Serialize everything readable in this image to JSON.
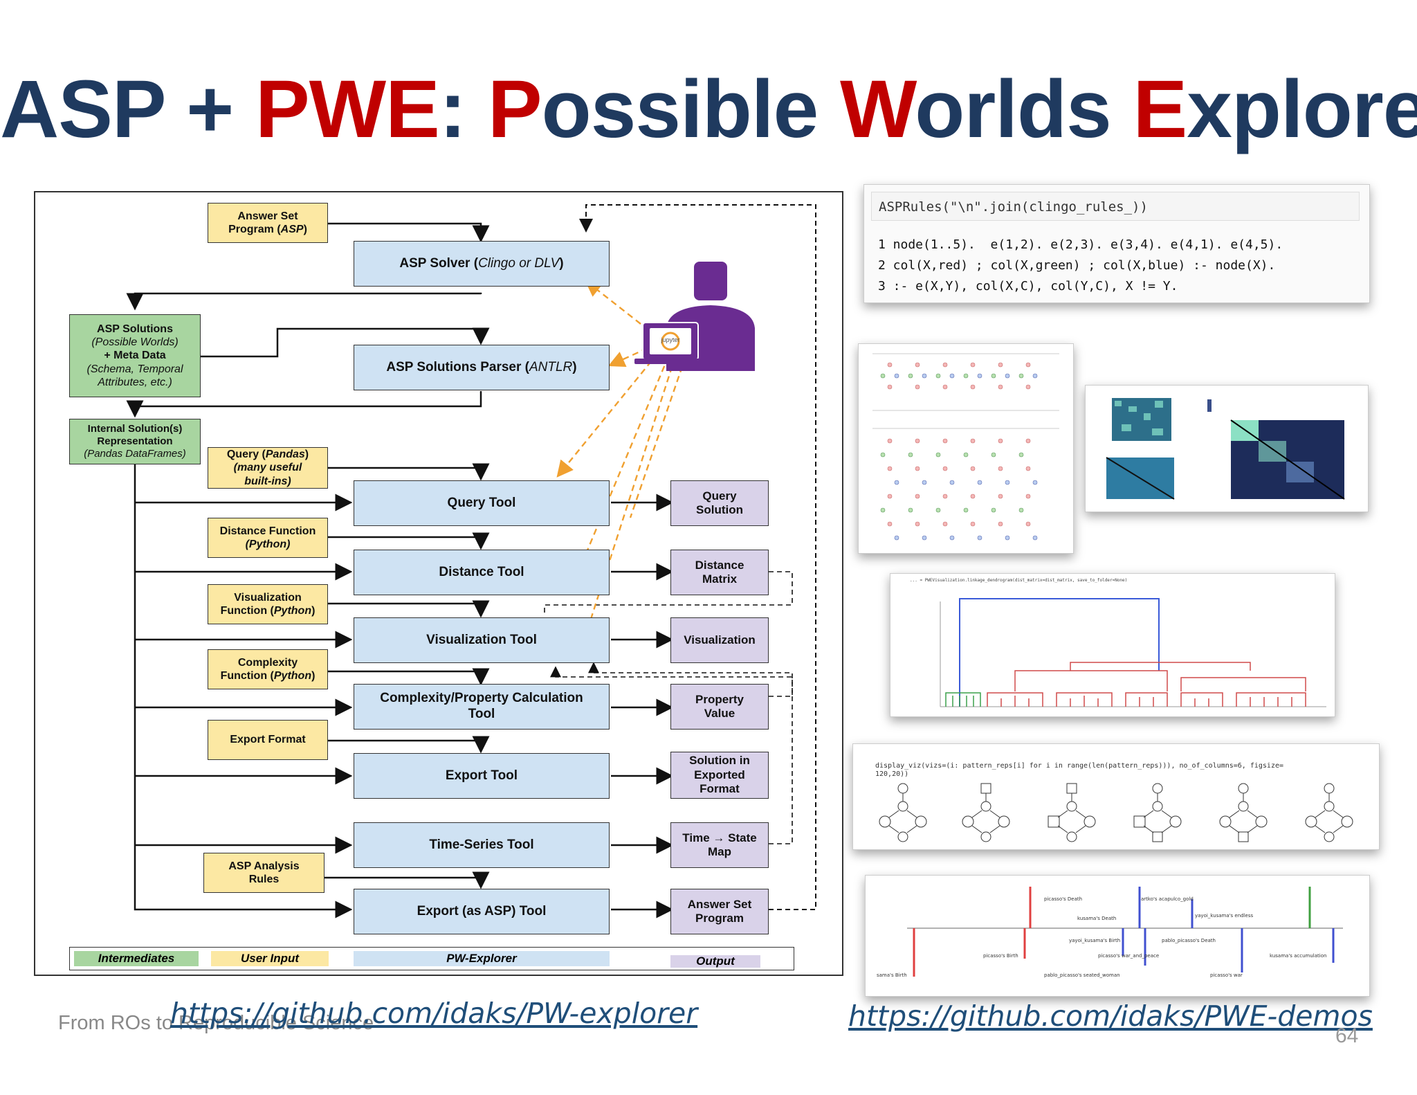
{
  "slide": {
    "title_parts": [
      "ASP + ",
      "P",
      "W",
      "E",
      ": ",
      "P",
      "ossible ",
      "W",
      "orlds ",
      "E",
      "xplorer"
    ],
    "footer": "From ROs to Reproducible Science",
    "page_number": "64",
    "link_left": "https://github.com/idaks/PW-explorer",
    "link_right": "https://github.com/idaks/PWE-demos",
    "colors": {
      "title_blue": "#1f3a5f",
      "title_red": "#c00000"
    }
  },
  "diagram": {
    "inputs": {
      "asp": [
        "Answer Set",
        "Program (",
        "ASP",
        ")"
      ],
      "query": [
        "Query (",
        "Pandas",
        ")",
        "(many useful",
        "built-ins)"
      ],
      "distance": [
        "Distance Function",
        "(Python)"
      ],
      "visualization": [
        "Visualization",
        "Function (",
        "Python",
        ")"
      ],
      "complexity": [
        "Complexity",
        "Function (",
        "Python",
        ")"
      ],
      "export_format": "Export Format",
      "analysis_rules": [
        "ASP Analysis",
        "Rules"
      ]
    },
    "intermediates": {
      "solutions": [
        "ASP Solutions",
        "(Possible Worlds)",
        "+ Meta Data",
        "(Schema, Temporal",
        "Attributes, etc.)"
      ],
      "internal": [
        "Internal Solution(s)",
        "Representation",
        "(Pandas DataFrames)"
      ]
    },
    "tools": {
      "solver": [
        "ASP Solver (",
        "Clingo or DLV",
        ")"
      ],
      "parser": [
        "ASP Solutions Parser (",
        "ANTLR",
        ")"
      ],
      "query": "Query Tool",
      "distance": "Distance Tool",
      "visualization": "Visualization Tool",
      "complexity": [
        "Complexity/Property Calculation",
        "Tool"
      ],
      "export": "Export Tool",
      "timeseries": "Time-Series Tool",
      "export_asp": "Export (as ASP) Tool"
    },
    "outputs": {
      "query": [
        "Query",
        "Solution"
      ],
      "distance": [
        "Distance",
        "Matrix"
      ],
      "visualization": "Visualization",
      "property": [
        "Property",
        "Value"
      ],
      "exported": [
        "Solution in",
        "Exported",
        "Format"
      ],
      "timestate": [
        "Time → State",
        "Map"
      ],
      "asp_program": [
        "Answer Set",
        "Program"
      ]
    },
    "jupyter_label": "jupyter",
    "legend": [
      "Intermediates",
      "User Input",
      "PW-Explorer",
      "Output"
    ],
    "colors": {
      "intermediate": "#a8d5a0",
      "input": "#fce8a3",
      "tool": "#cfe2f3",
      "output": "#d9d2e9",
      "user": "#6a2c91",
      "arrow_orange": "#f0a030"
    }
  },
  "code": {
    "header": "ASPRules(\"\\n\".join(clingo_rules_))",
    "lines": [
      "1 node(1..5).  e(1,2). e(2,3). e(3,4). e(4,1). e(4,5).",
      "2 col(X,red) ; col(X,green) ; col(X,blue) :- node(X).",
      "3 :- e(X,Y), col(X,C), col(Y,C), X != Y."
    ]
  },
  "screenshots": {
    "dendrogram_code": "... = PWEVisualization.linkage_dendrogram(dist_matrix=dist_matrix, save_to_folder=None)",
    "graph_code": [
      "display_viz(vizs=(i: pattern_reps[i] for i in range(len(pattern_reps))), no_of_columns=6, figsize=",
      "120,20))"
    ],
    "timeline_labels": [
      "picasso's Death",
      "artko's acapulco_gold",
      "kusama's Death",
      "yayoi_kusama's endless",
      "yayoi_kusama's Birth",
      "pablo_picasso's Death",
      "picasso's Birth",
      "picasso's war_and_peace",
      "kusama's accumulation",
      "sama's Birth",
      "pablo_picasso's seated_woman",
      "picasso's war"
    ]
  }
}
